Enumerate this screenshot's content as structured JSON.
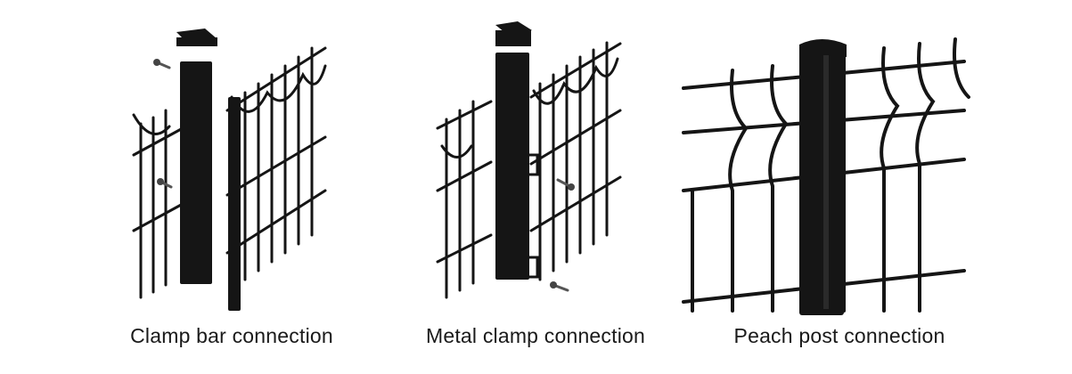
{
  "panels": [
    {
      "caption": "Clamp bar connection",
      "icon": "fence-post-clamp-bar-illustration"
    },
    {
      "caption": "Metal clamp connection",
      "icon": "fence-post-metal-clamp-illustration"
    },
    {
      "caption": "Peach post connection",
      "icon": "fence-peach-post-illustration"
    }
  ],
  "colors": {
    "background": "#ffffff",
    "metal": "#151515",
    "caption": "#1a1a1a"
  }
}
